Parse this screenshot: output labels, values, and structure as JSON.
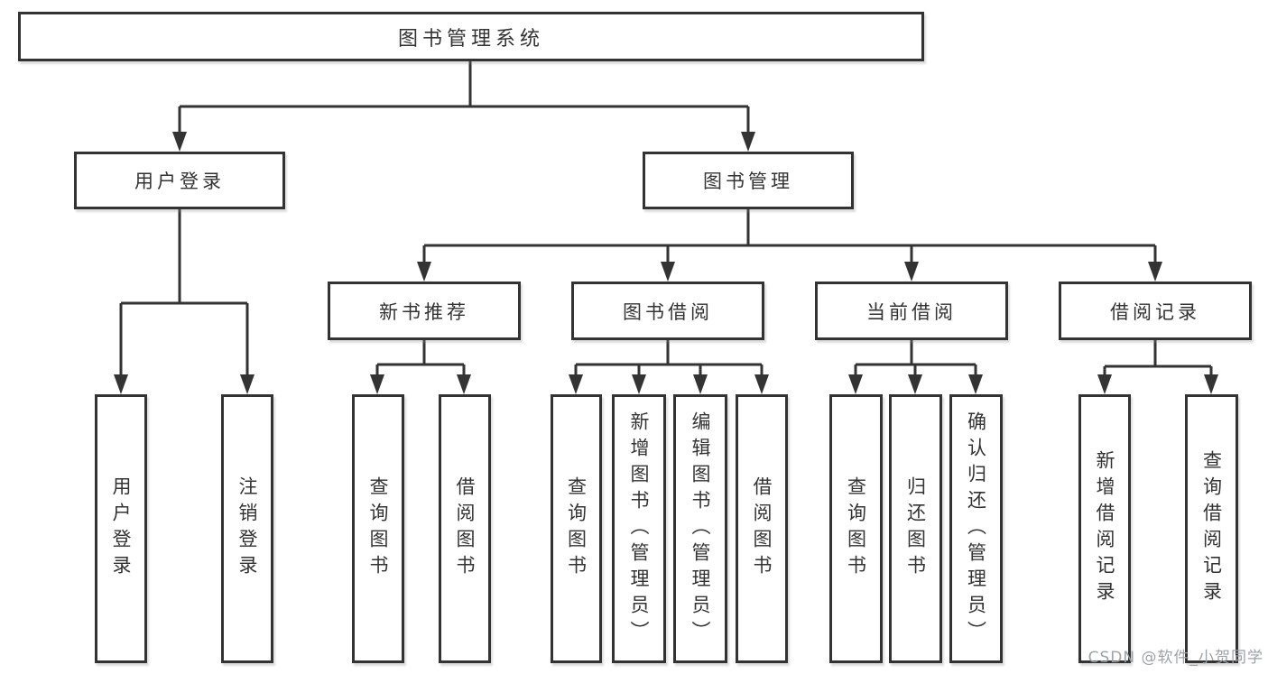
{
  "tree": {
    "label": "图书管理系统",
    "children": [
      {
        "label": "用户登录",
        "children": [
          {
            "label": "用户登录"
          },
          {
            "label": "注销登录"
          }
        ]
      },
      {
        "label": "图书管理",
        "children": [
          {
            "label": "新书推荐",
            "children": [
              {
                "label": "查询图书"
              },
              {
                "label": "借阅图书"
              }
            ]
          },
          {
            "label": "图书借阅",
            "children": [
              {
                "label": "查询图书"
              },
              {
                "label": "新增图书（管理员）"
              },
              {
                "label": "编辑图书（管理员）"
              },
              {
                "label": "借阅图书"
              }
            ]
          },
          {
            "label": "当前借阅",
            "children": [
              {
                "label": "查询图书"
              },
              {
                "label": "归还图书"
              },
              {
                "label": "确认归还（管理员）"
              }
            ]
          },
          {
            "label": "借阅记录",
            "children": [
              {
                "label": "新增借阅记录"
              },
              {
                "label": "查询借阅记录"
              }
            ]
          }
        ]
      }
    ]
  },
  "watermark": {
    "text": "CSDN @软件_小贺同学"
  },
  "colors": {
    "line": "#333333",
    "text": "#333333",
    "box_background": "#ffffff",
    "watermark": "#9ca3a8"
  }
}
